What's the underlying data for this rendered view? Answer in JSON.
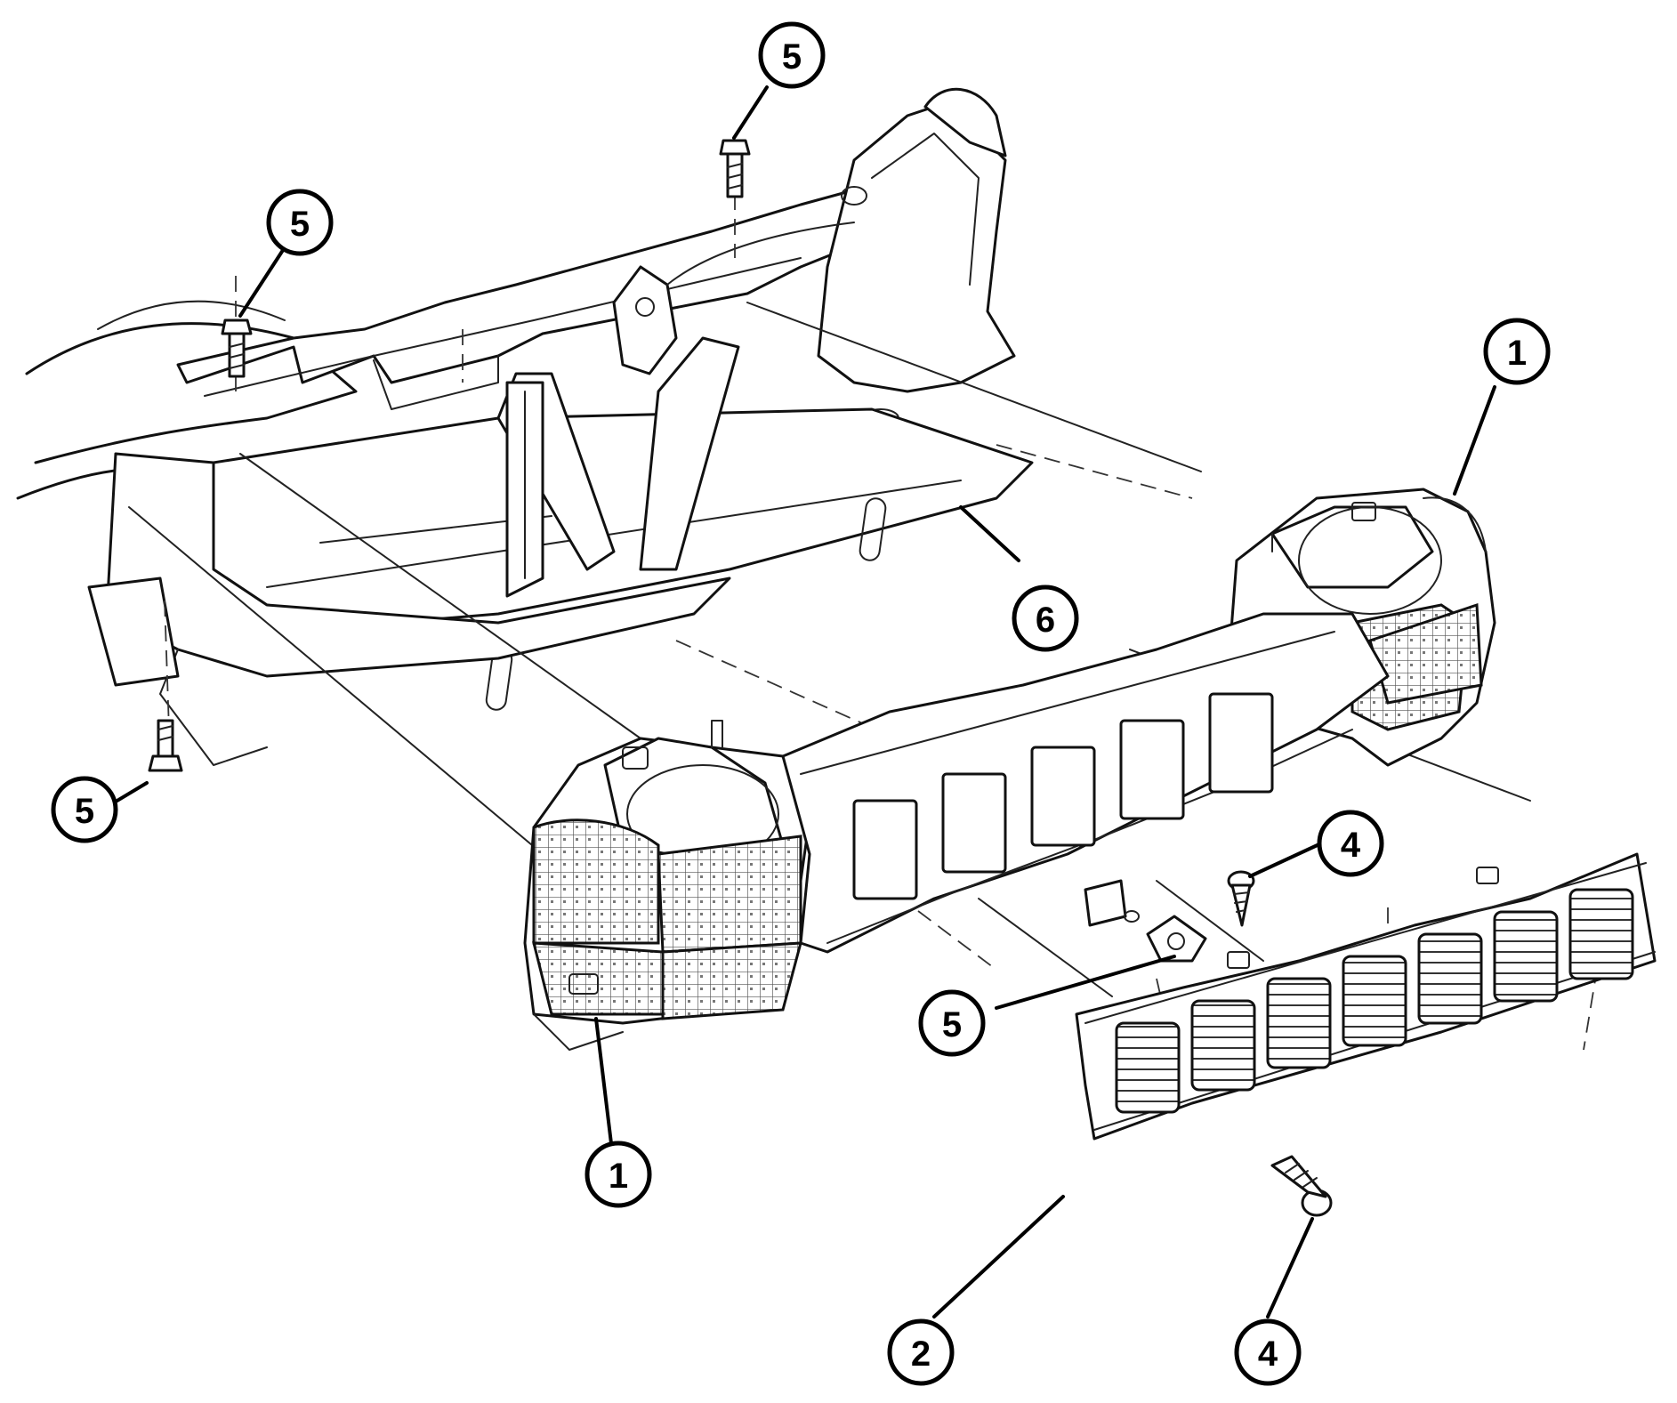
{
  "callouts": [
    {
      "label": "1"
    },
    {
      "label": "1"
    },
    {
      "label": "2"
    },
    {
      "label": "4"
    },
    {
      "label": "4"
    },
    {
      "label": "5"
    },
    {
      "label": "5"
    },
    {
      "label": "5"
    },
    {
      "label": "5"
    },
    {
      "label": "6"
    }
  ]
}
